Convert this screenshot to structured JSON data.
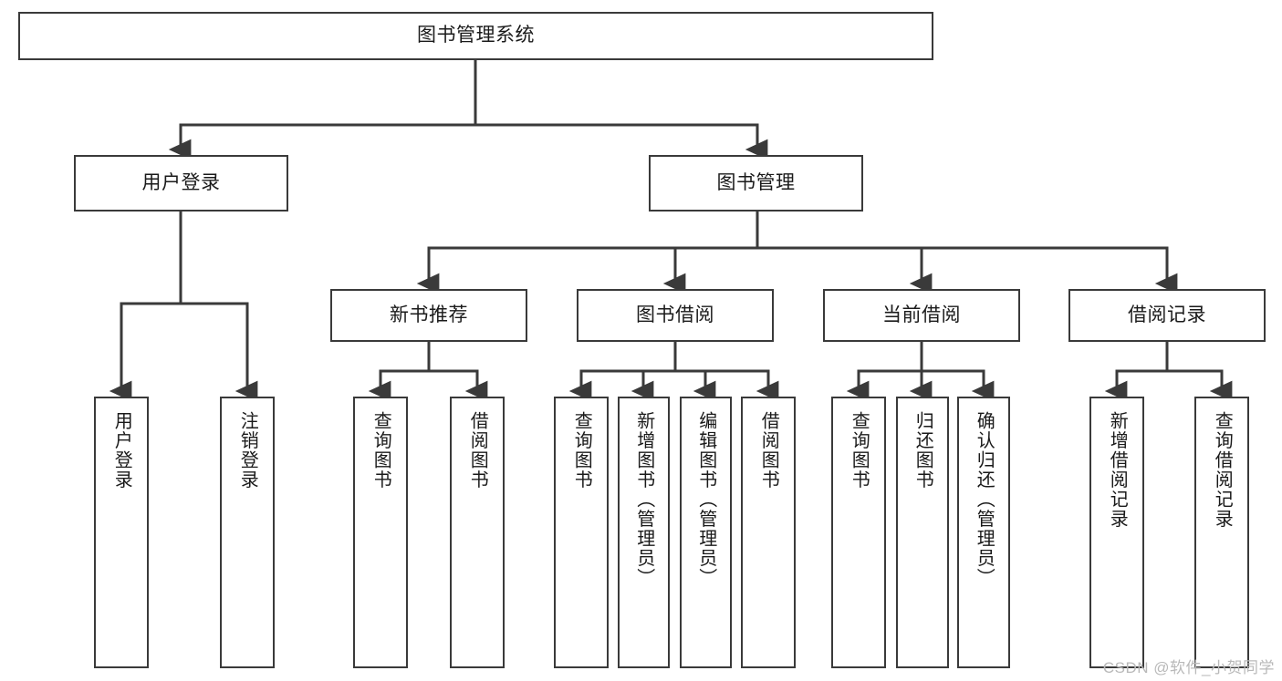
{
  "diagram": {
    "title": "图书管理系统",
    "type": "hierarchy-tree",
    "watermark": "CSDN @软件_小贺同学",
    "colors": {
      "box_border": "#3a3a3a",
      "box_fill": "#ffffff",
      "connector": "#3a3a3a",
      "text": "#1a1a1a",
      "watermark": "#b9b9b9"
    },
    "levels": [
      {
        "level": 1,
        "nodes": [
          {
            "id": "root",
            "label": "图书管理系统"
          }
        ]
      },
      {
        "level": 2,
        "nodes": [
          {
            "id": "login",
            "label": "用户登录",
            "parent": "root"
          },
          {
            "id": "bookmgmt",
            "label": "图书管理",
            "parent": "root"
          }
        ]
      },
      {
        "level": 3,
        "nodes": [
          {
            "id": "newbook",
            "label": "新书推荐",
            "parent": "bookmgmt"
          },
          {
            "id": "borrow",
            "label": "图书借阅",
            "parent": "bookmgmt"
          },
          {
            "id": "current",
            "label": "当前借阅",
            "parent": "bookmgmt"
          },
          {
            "id": "record",
            "label": "借阅记录",
            "parent": "bookmgmt"
          }
        ]
      },
      {
        "level": 4,
        "nodes": [
          {
            "id": "leaf-user-login",
            "label": "用户登录",
            "parent": "login"
          },
          {
            "id": "leaf-user-logout",
            "label": "注销登录",
            "parent": "login"
          },
          {
            "id": "leaf-query-book-1",
            "label": "查询图书",
            "parent": "newbook"
          },
          {
            "id": "leaf-borrow-book-1",
            "label": "借阅图书",
            "parent": "newbook"
          },
          {
            "id": "leaf-query-book-2",
            "label": "查询图书",
            "parent": "borrow"
          },
          {
            "id": "leaf-add-book",
            "label": "新增图书（管理员）",
            "parent": "borrow"
          },
          {
            "id": "leaf-edit-book",
            "label": "编辑图书（管理员）",
            "parent": "borrow"
          },
          {
            "id": "leaf-borrow-book-2",
            "label": "借阅图书",
            "parent": "borrow"
          },
          {
            "id": "leaf-query-book-3",
            "label": "查询图书",
            "parent": "current"
          },
          {
            "id": "leaf-return-book",
            "label": "归还图书",
            "parent": "current"
          },
          {
            "id": "leaf-confirm-return",
            "label": "确认归还（管理员）",
            "parent": "current"
          },
          {
            "id": "leaf-add-record",
            "label": "新增借阅记录",
            "parent": "record"
          },
          {
            "id": "leaf-query-record",
            "label": "查询借阅记录",
            "parent": "record"
          }
        ]
      }
    ]
  }
}
